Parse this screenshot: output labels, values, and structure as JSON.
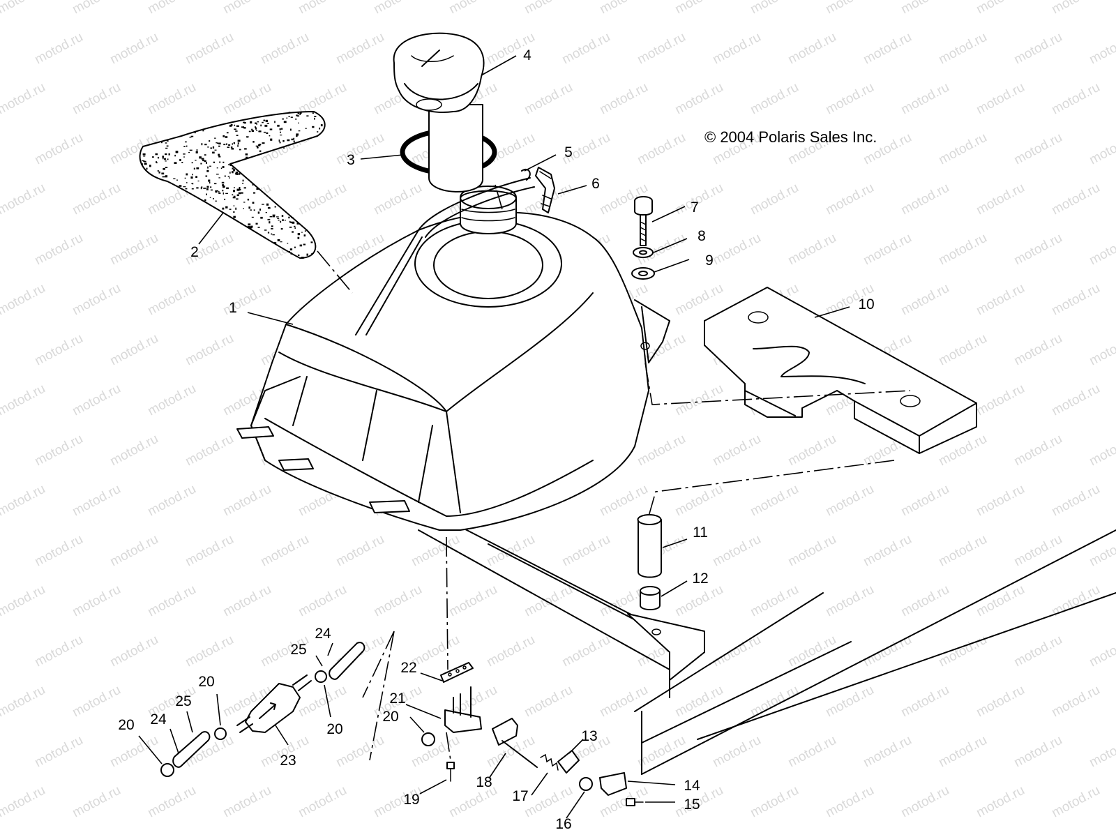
{
  "copyright": "© 2004 Polaris Sales Inc.",
  "watermark": "motod.ru",
  "callouts": [
    "1",
    "2",
    "3",
    "4",
    "5",
    "6",
    "7",
    "8",
    "9",
    "10",
    "11",
    "12",
    "13",
    "14",
    "15",
    "16",
    "17",
    "18",
    "19",
    "20",
    "20",
    "20",
    "20",
    "21",
    "22",
    "23",
    "24",
    "24",
    "25",
    "25"
  ],
  "icons": [
    "fuel-tank",
    "foam-pad",
    "o-ring",
    "fuel-cap",
    "vent-hose",
    "elbow-fitting",
    "bolt",
    "lock-washer",
    "flat-washer",
    "mounting-pad",
    "spacer-tube",
    "bushing",
    "fuel-valve",
    "hose-clamp",
    "fuel-filter",
    "fuel-line",
    "spring",
    "screw"
  ]
}
